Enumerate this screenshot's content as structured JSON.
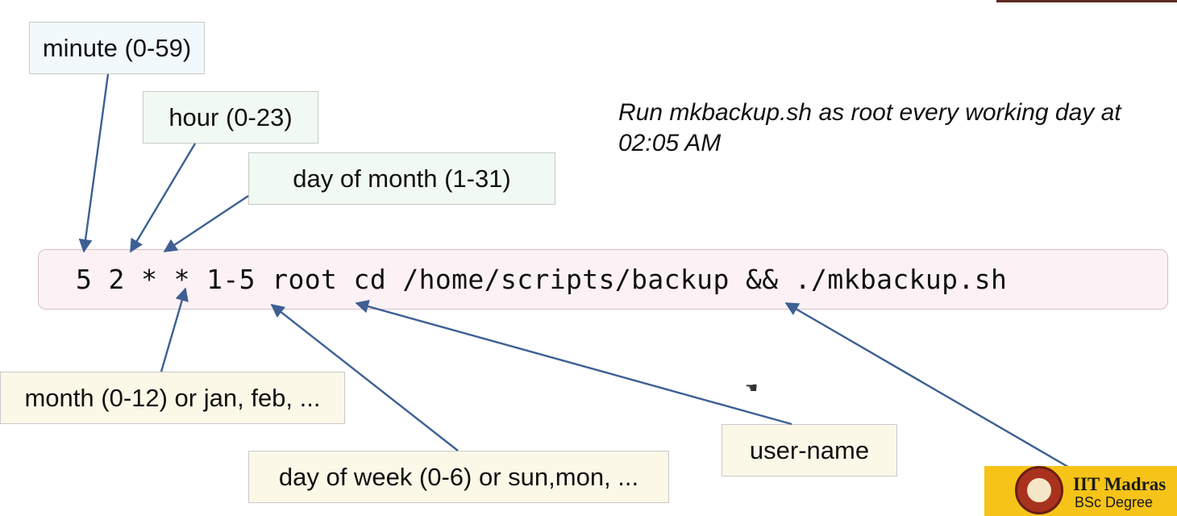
{
  "description": "Run mkbackup.sh as root every working day at 02:05 AM",
  "command": "5 2 * * 1-5 root cd /home/scripts/backup && ./mkbackup.sh",
  "labels": {
    "minute": "minute (0-59)",
    "hour": "hour (0-23)",
    "day_of_month": "day of month (1-31)",
    "month": "month (0-12) or jan, feb, ...",
    "day_of_week": "day of week (0-6) or sun,mon, ...",
    "user_name": "user-name"
  },
  "logo": {
    "title": "IIT Madras",
    "subtitle": "BSc Degree"
  },
  "colors": {
    "arrow": "#3d5f93",
    "command_bg": "#fcf1f4",
    "logo_bg": "#f6c319"
  }
}
